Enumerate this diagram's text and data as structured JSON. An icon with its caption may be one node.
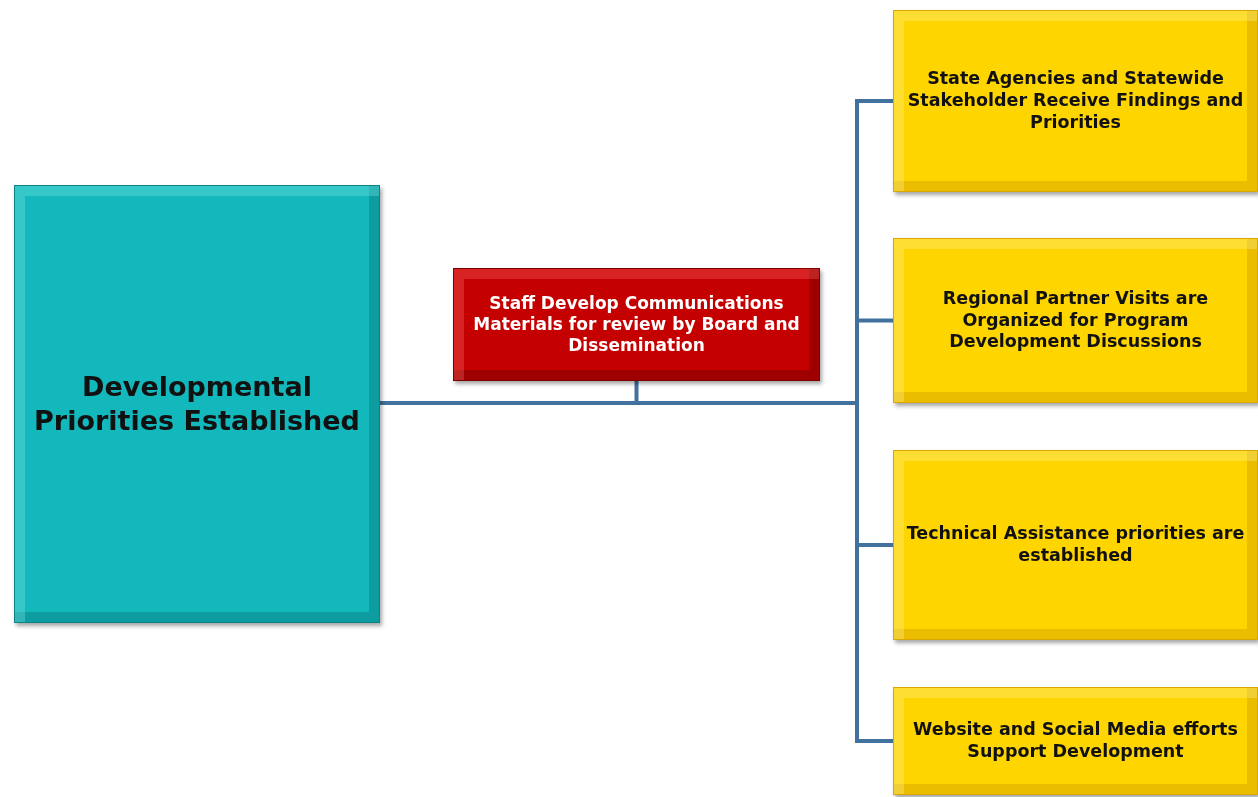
{
  "diagram": {
    "nodes": [
      {
        "text": [
          "Developmental Priorities Established"
        ]
      },
      {
        "text": [
          "Staff Develop Communications Materials for review by Board and Dissemination"
        ]
      },
      {
        "text": [
          "State Agencies and Statewide Stakeholder Receive Findings and Priorities"
        ]
      },
      {
        "text": [
          "Regional Partner Visits are Organized for Program Development Discussions"
        ]
      },
      {
        "text": [
          "Technical Assistance priorities are established"
        ]
      },
      {
        "text": [
          "Website and Social Media efforts Support Development"
        ]
      }
    ],
    "edges": [
      {
        "from": 0,
        "to": 1,
        "arrow": "none"
      },
      {
        "from": 0,
        "to": 2,
        "arrow": "none"
      },
      {
        "from": 0,
        "to": 3,
        "arrow": "none"
      },
      {
        "from": 0,
        "to": 4,
        "arrow": "none"
      },
      {
        "from": 0,
        "to": 5,
        "arrow": "none"
      }
    ]
  }
}
